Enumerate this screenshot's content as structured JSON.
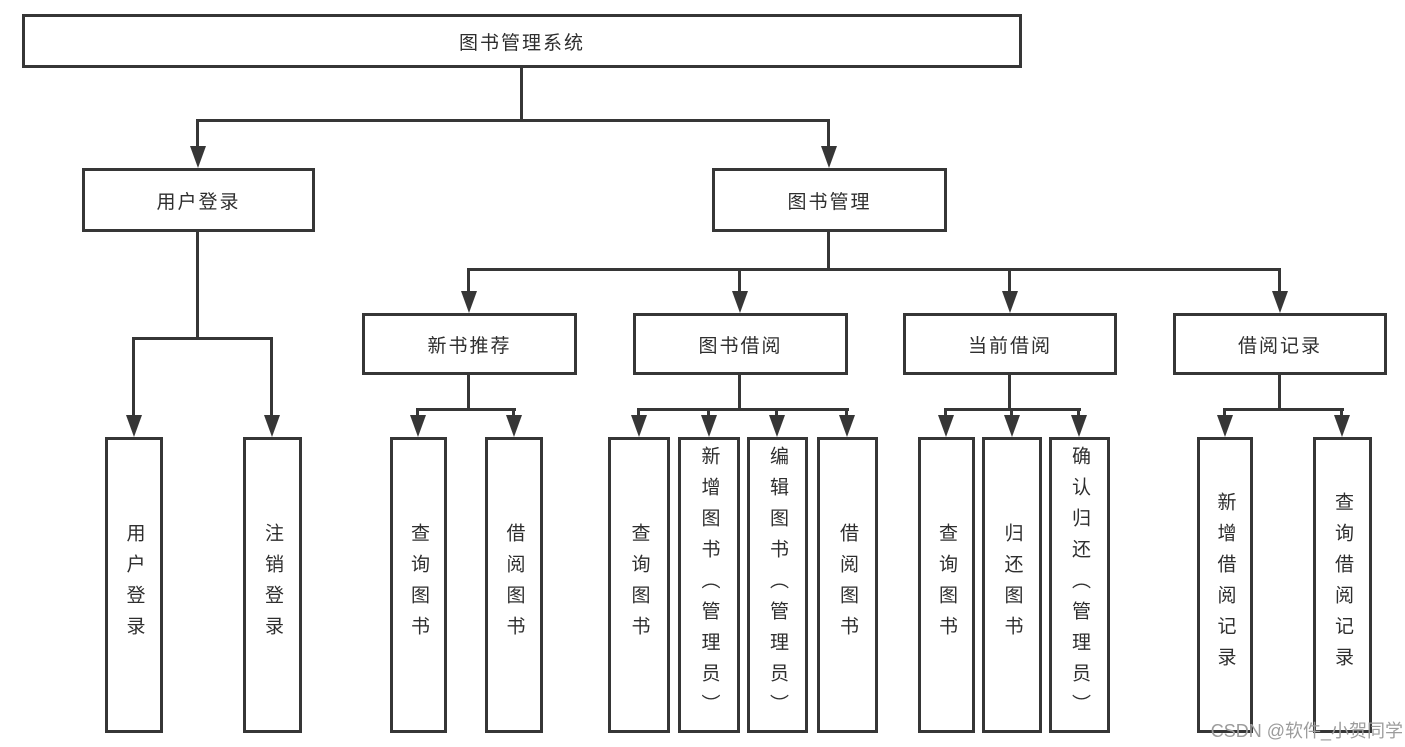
{
  "tree": {
    "root": {
      "label": "图书管理系统"
    },
    "branches": [
      {
        "label": "用户登录",
        "children": [
          {
            "label": "用户登录"
          },
          {
            "label": "注销登录"
          }
        ]
      },
      {
        "label": "图书管理",
        "children": [
          {
            "label": "新书推荐",
            "children": [
              {
                "label": "查询图书"
              },
              {
                "label": "借阅图书"
              }
            ]
          },
          {
            "label": "图书借阅",
            "children": [
              {
                "label": "查询图书"
              },
              {
                "label": "新增图书（管理员）"
              },
              {
                "label": "编辑图书（管理员）"
              },
              {
                "label": "借阅图书"
              }
            ]
          },
          {
            "label": "当前借阅",
            "children": [
              {
                "label": "查询图书"
              },
              {
                "label": "归还图书"
              },
              {
                "label": "确认归还（管理员）"
              }
            ]
          },
          {
            "label": "借阅记录",
            "children": [
              {
                "label": "新增借阅记录"
              },
              {
                "label": "查询借阅记录"
              }
            ]
          }
        ]
      }
    ]
  },
  "watermark": {
    "text": "CSDN @软件_小贺同学",
    "color": "#9c9c9c"
  },
  "colors": {
    "line": "#363636",
    "box_border": "#363636",
    "box_bg": "#ffffff",
    "text": "#2e2e2e"
  }
}
